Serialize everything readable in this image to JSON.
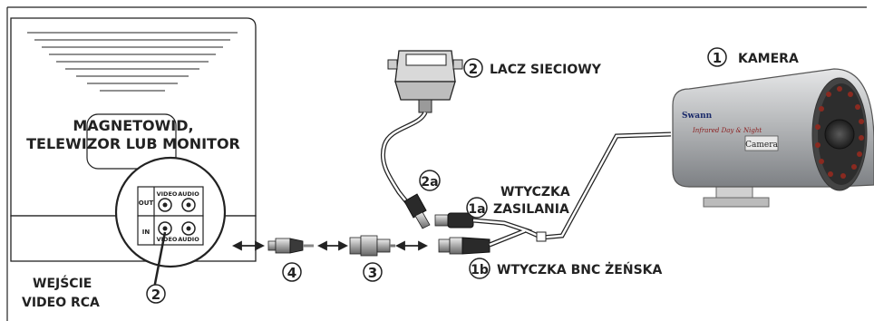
{
  "labels": {
    "tv_line1": "MAGNETOWID,",
    "tv_line2": "TELEWIZOR LUB MONITOR",
    "out": "OUT",
    "in": "IN",
    "video_top": "VIDEO",
    "audio_top": "AUDIO",
    "video_bottom": "VIDEO",
    "audio_bottom": "AUDIO",
    "rca_line1": "WEJŚCIE",
    "rca_line2": "VIDEO RCA",
    "adapter": "LACZ SIECIOWY",
    "camera": "KAMERA",
    "power_line1": "WTYCZKA",
    "power_line2": "ZASILANIA",
    "bnc_female": "WTYCZKA BNC ŻEŃSKA",
    "camera_brand": "Swann",
    "camera_sub": "Infrared Day & Night",
    "camera_word": "Camera"
  },
  "callouts": {
    "rca": "2",
    "adapter": "2",
    "camera": "1",
    "plug_2a": "2a",
    "plug_1a": "1a",
    "bnc_1b": "1b",
    "connector_4": "4",
    "connector_3": "3"
  },
  "colors": {
    "line": "#222222",
    "camera_body": "#b9bbbd",
    "camera_dark": "#6e7074",
    "led": "#8a2a20"
  }
}
